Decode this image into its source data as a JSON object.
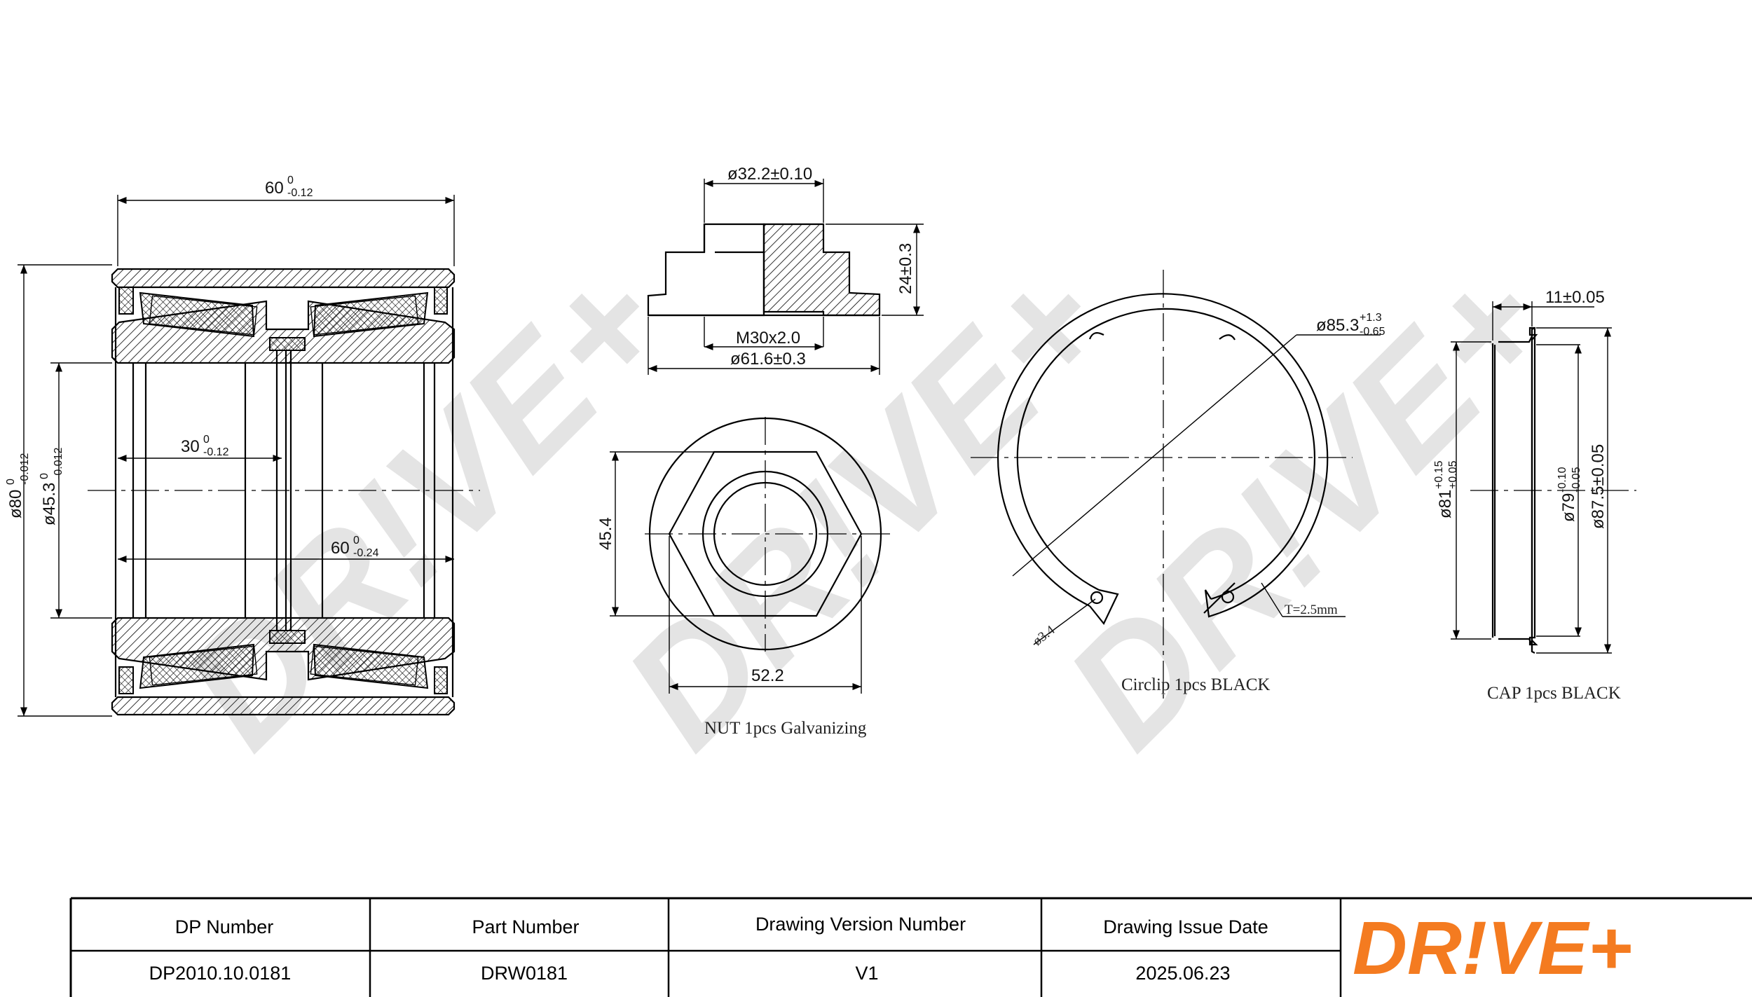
{
  "brand": {
    "logo_text": "DR!VE+",
    "logo_color": "#f47b20",
    "watermark_text": "DR!VE+",
    "watermark_color": "#e4e4e4"
  },
  "bearing": {
    "dim_width_top": "60",
    "dim_width_top_tol_upper": "0",
    "dim_width_top_tol_lower": "-0.12",
    "dim_outer_dia": "ø80",
    "dim_outer_dia_tol_upper": "0",
    "dim_outer_dia_tol_lower": "-0.012",
    "dim_bore_dia": "ø45.3",
    "dim_bore_dia_tol_upper": "0",
    "dim_bore_dia_tol_lower": "-0.012",
    "dim_half_width": "30",
    "dim_half_width_tol_upper": "0",
    "dim_half_width_tol_lower": "-0.12",
    "dim_inner_width": "60",
    "dim_inner_width_tol_upper": "0",
    "dim_inner_width_tol_lower": "-0.24"
  },
  "nut": {
    "dim_collar_dia": "ø32.2±0.10",
    "dim_height": "24±0.3",
    "dim_thread": "M30x2.0",
    "dim_flange_dia": "ø61.6±0.3",
    "dim_across_flats": "45.4",
    "dim_across_corners": "52.2",
    "caption": "NUT 1pcs Galvanizing"
  },
  "circlip": {
    "dim_dia": "ø85.3",
    "dim_dia_tol_upper": "+1.3",
    "dim_dia_tol_lower": "-0.65",
    "dim_hole": "ø3.4",
    "dim_thickness": "T=2.5mm",
    "caption": "Circlip 1pcs BLACK"
  },
  "cap": {
    "dim_depth": "11±0.05",
    "dim_dia_81": "ø81",
    "dim_dia_81_tol_upper": "+0.15",
    "dim_dia_81_tol_lower": "+0.05",
    "dim_dia_79": "ø79",
    "dim_dia_79_tol_upper": "-0.10",
    "dim_dia_79_tol_lower": "-0.05",
    "dim_dia_875": "ø87.5±0.05",
    "caption": "CAP 1pcs BLACK"
  },
  "title_block": {
    "headers": [
      "DP Number",
      "Part Number",
      "Drawing Version Number",
      "Drawing Issue Date"
    ],
    "values": [
      "DP2010.10.0181",
      "DRW0181",
      "V1",
      "2025.06.23"
    ]
  }
}
